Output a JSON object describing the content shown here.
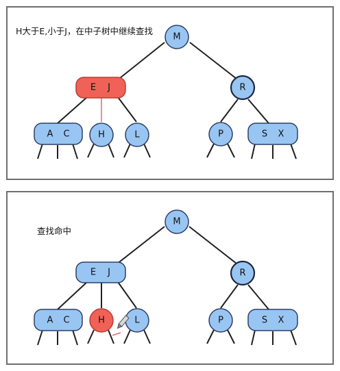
{
  "panels": [
    {
      "caption": "H大于E,小于J，在中子树中继续查找",
      "nodes": {
        "M": "M",
        "EJ": [
          "E",
          "J"
        ],
        "R": "R",
        "AC": [
          "A",
          "C"
        ],
        "H": "H",
        "L": "L",
        "P": "P",
        "SX": [
          "S",
          "X"
        ]
      }
    },
    {
      "caption": "查找命中",
      "nodes": {
        "M": "M",
        "EJ": [
          "E",
          "J"
        ],
        "R": "R",
        "AC": [
          "A",
          "C"
        ],
        "H": "H",
        "L": "L",
        "P": "P",
        "SX": [
          "S",
          "X"
        ]
      }
    }
  ],
  "colors": {
    "node_fill": "#99c5f2",
    "highlight_fill": "#f06257",
    "edge": "#1f1f1f"
  }
}
